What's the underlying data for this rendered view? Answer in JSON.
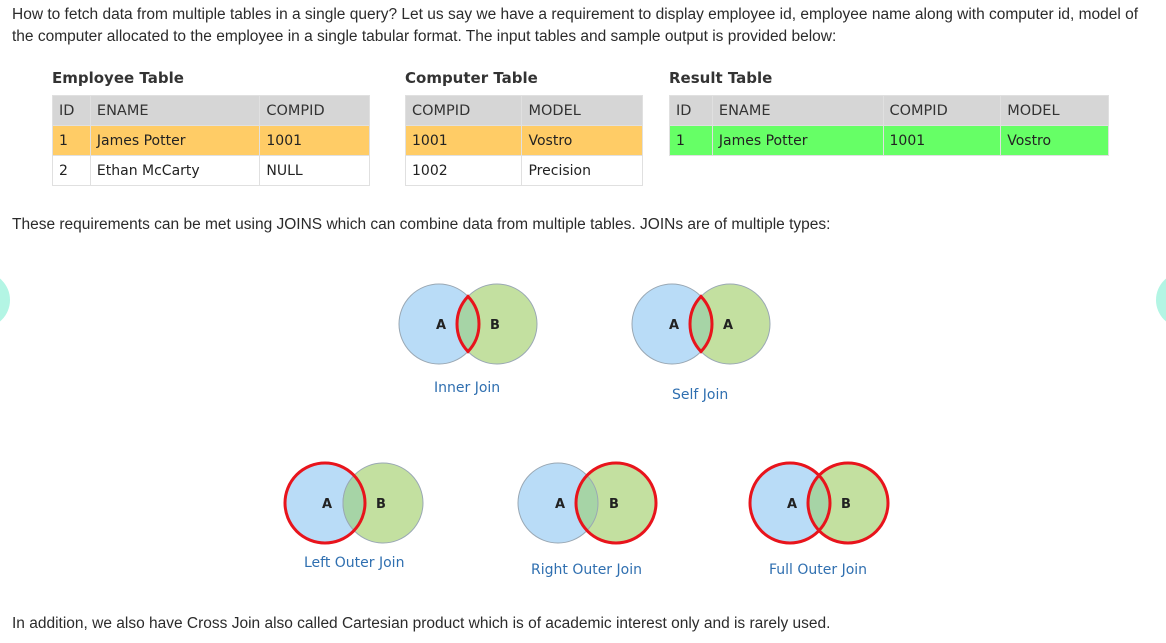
{
  "intro": "How to fetch data from multiple tables in a single query? Let us say we have a requirement to display employee id, employee name along with computer id, model of the computer allocated to the employee in a single tabular format. The input tables and sample output is provided below:",
  "tables": {
    "employee": {
      "title": "Employee Table",
      "headers": [
        "ID",
        "ENAME",
        "COMPID"
      ],
      "rows": [
        [
          "1",
          "James Potter",
          "1001"
        ],
        [
          "2",
          "Ethan McCarty",
          "NULL"
        ]
      ]
    },
    "computer": {
      "title": "Computer Table",
      "headers": [
        "COMPID",
        "MODEL"
      ],
      "rows": [
        [
          "1001",
          "Vostro"
        ],
        [
          "1002",
          "Precision"
        ]
      ]
    },
    "result": {
      "title": "Result Table",
      "headers": [
        "ID",
        "ENAME",
        "COMPID",
        "MODEL"
      ],
      "rows": [
        [
          "1",
          "James Potter",
          "1001",
          "Vostro"
        ]
      ]
    }
  },
  "joins_text": "These requirements can be met using JOINS which can combine data from multiple tables. JOINs are of multiple types:",
  "diagrams": {
    "inner": {
      "left": "A",
      "right": "B",
      "caption": "Inner Join"
    },
    "self": {
      "left": "A",
      "right": "A",
      "caption": "Self Join"
    },
    "left_outer": {
      "left": "A",
      "right": "B",
      "caption": "Left Outer Join"
    },
    "right_outer": {
      "left": "A",
      "right": "B",
      "caption": "Right Outer Join"
    },
    "full_outer": {
      "left": "A",
      "right": "B",
      "caption": "Full Outer Join"
    }
  },
  "cross_text": "In addition, we also have Cross Join also called Cartesian product which is of academic interest only and is rarely used.",
  "colors": {
    "set_a": "#b9dcf7",
    "set_b": "#c3e0a0",
    "overlap": "#a6d4a6",
    "highlight": "#e8141c",
    "caption": "#2f6fb0",
    "row_orange": "#ffcc66",
    "row_green": "#66ff66",
    "header_gray": "#d6d6d6"
  }
}
